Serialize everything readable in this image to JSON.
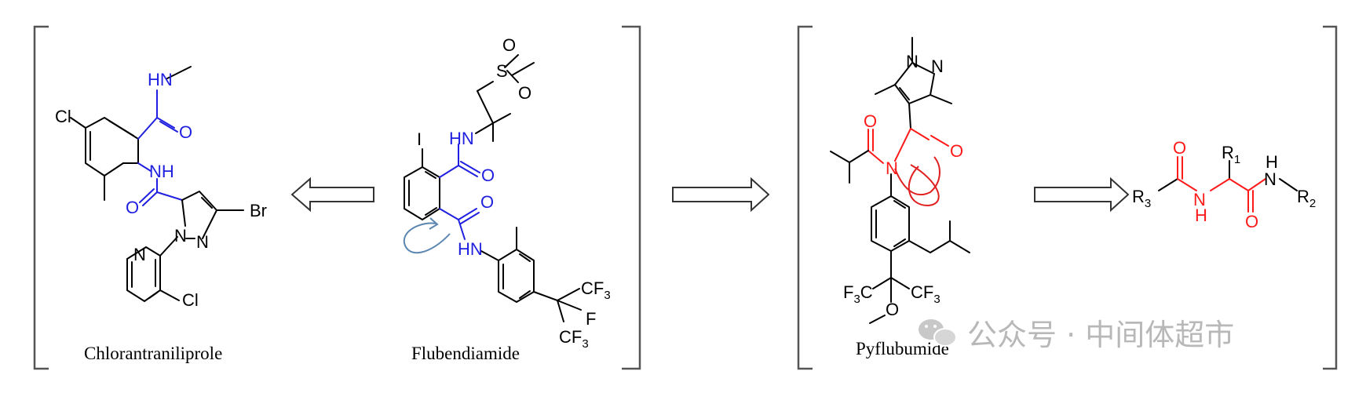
{
  "colors": {
    "blue": "#1f1fe0",
    "red": "#ff1a1a",
    "black": "#000000",
    "watermark": "#b8b8b8",
    "curl_arrow": "#5b86b0"
  },
  "captions": {
    "chlorantraniliprole": "Chlorantraniliprole",
    "flubendiamide": "Flubendiamide",
    "pyflubumide": "Pyflubumide"
  },
  "atoms": {
    "cl": "Cl",
    "br": "Br",
    "i": "I",
    "hn": "HN",
    "nh": "NH",
    "n": "N",
    "o": "O",
    "s": "S",
    "f": "F",
    "h": "H",
    "cf3_c": "CF",
    "f3c_c": "F",
    "cf3_sub": "3",
    "r": "R",
    "r1_sub": "1",
    "r2_sub": "2",
    "r3_sub": "3"
  },
  "watermark": {
    "icon": "wechat-icon",
    "text": "公众号 · 中间体超市"
  },
  "icons": [
    "hollow-arrow-left",
    "hollow-arrow-right",
    "curved-arrow"
  ]
}
